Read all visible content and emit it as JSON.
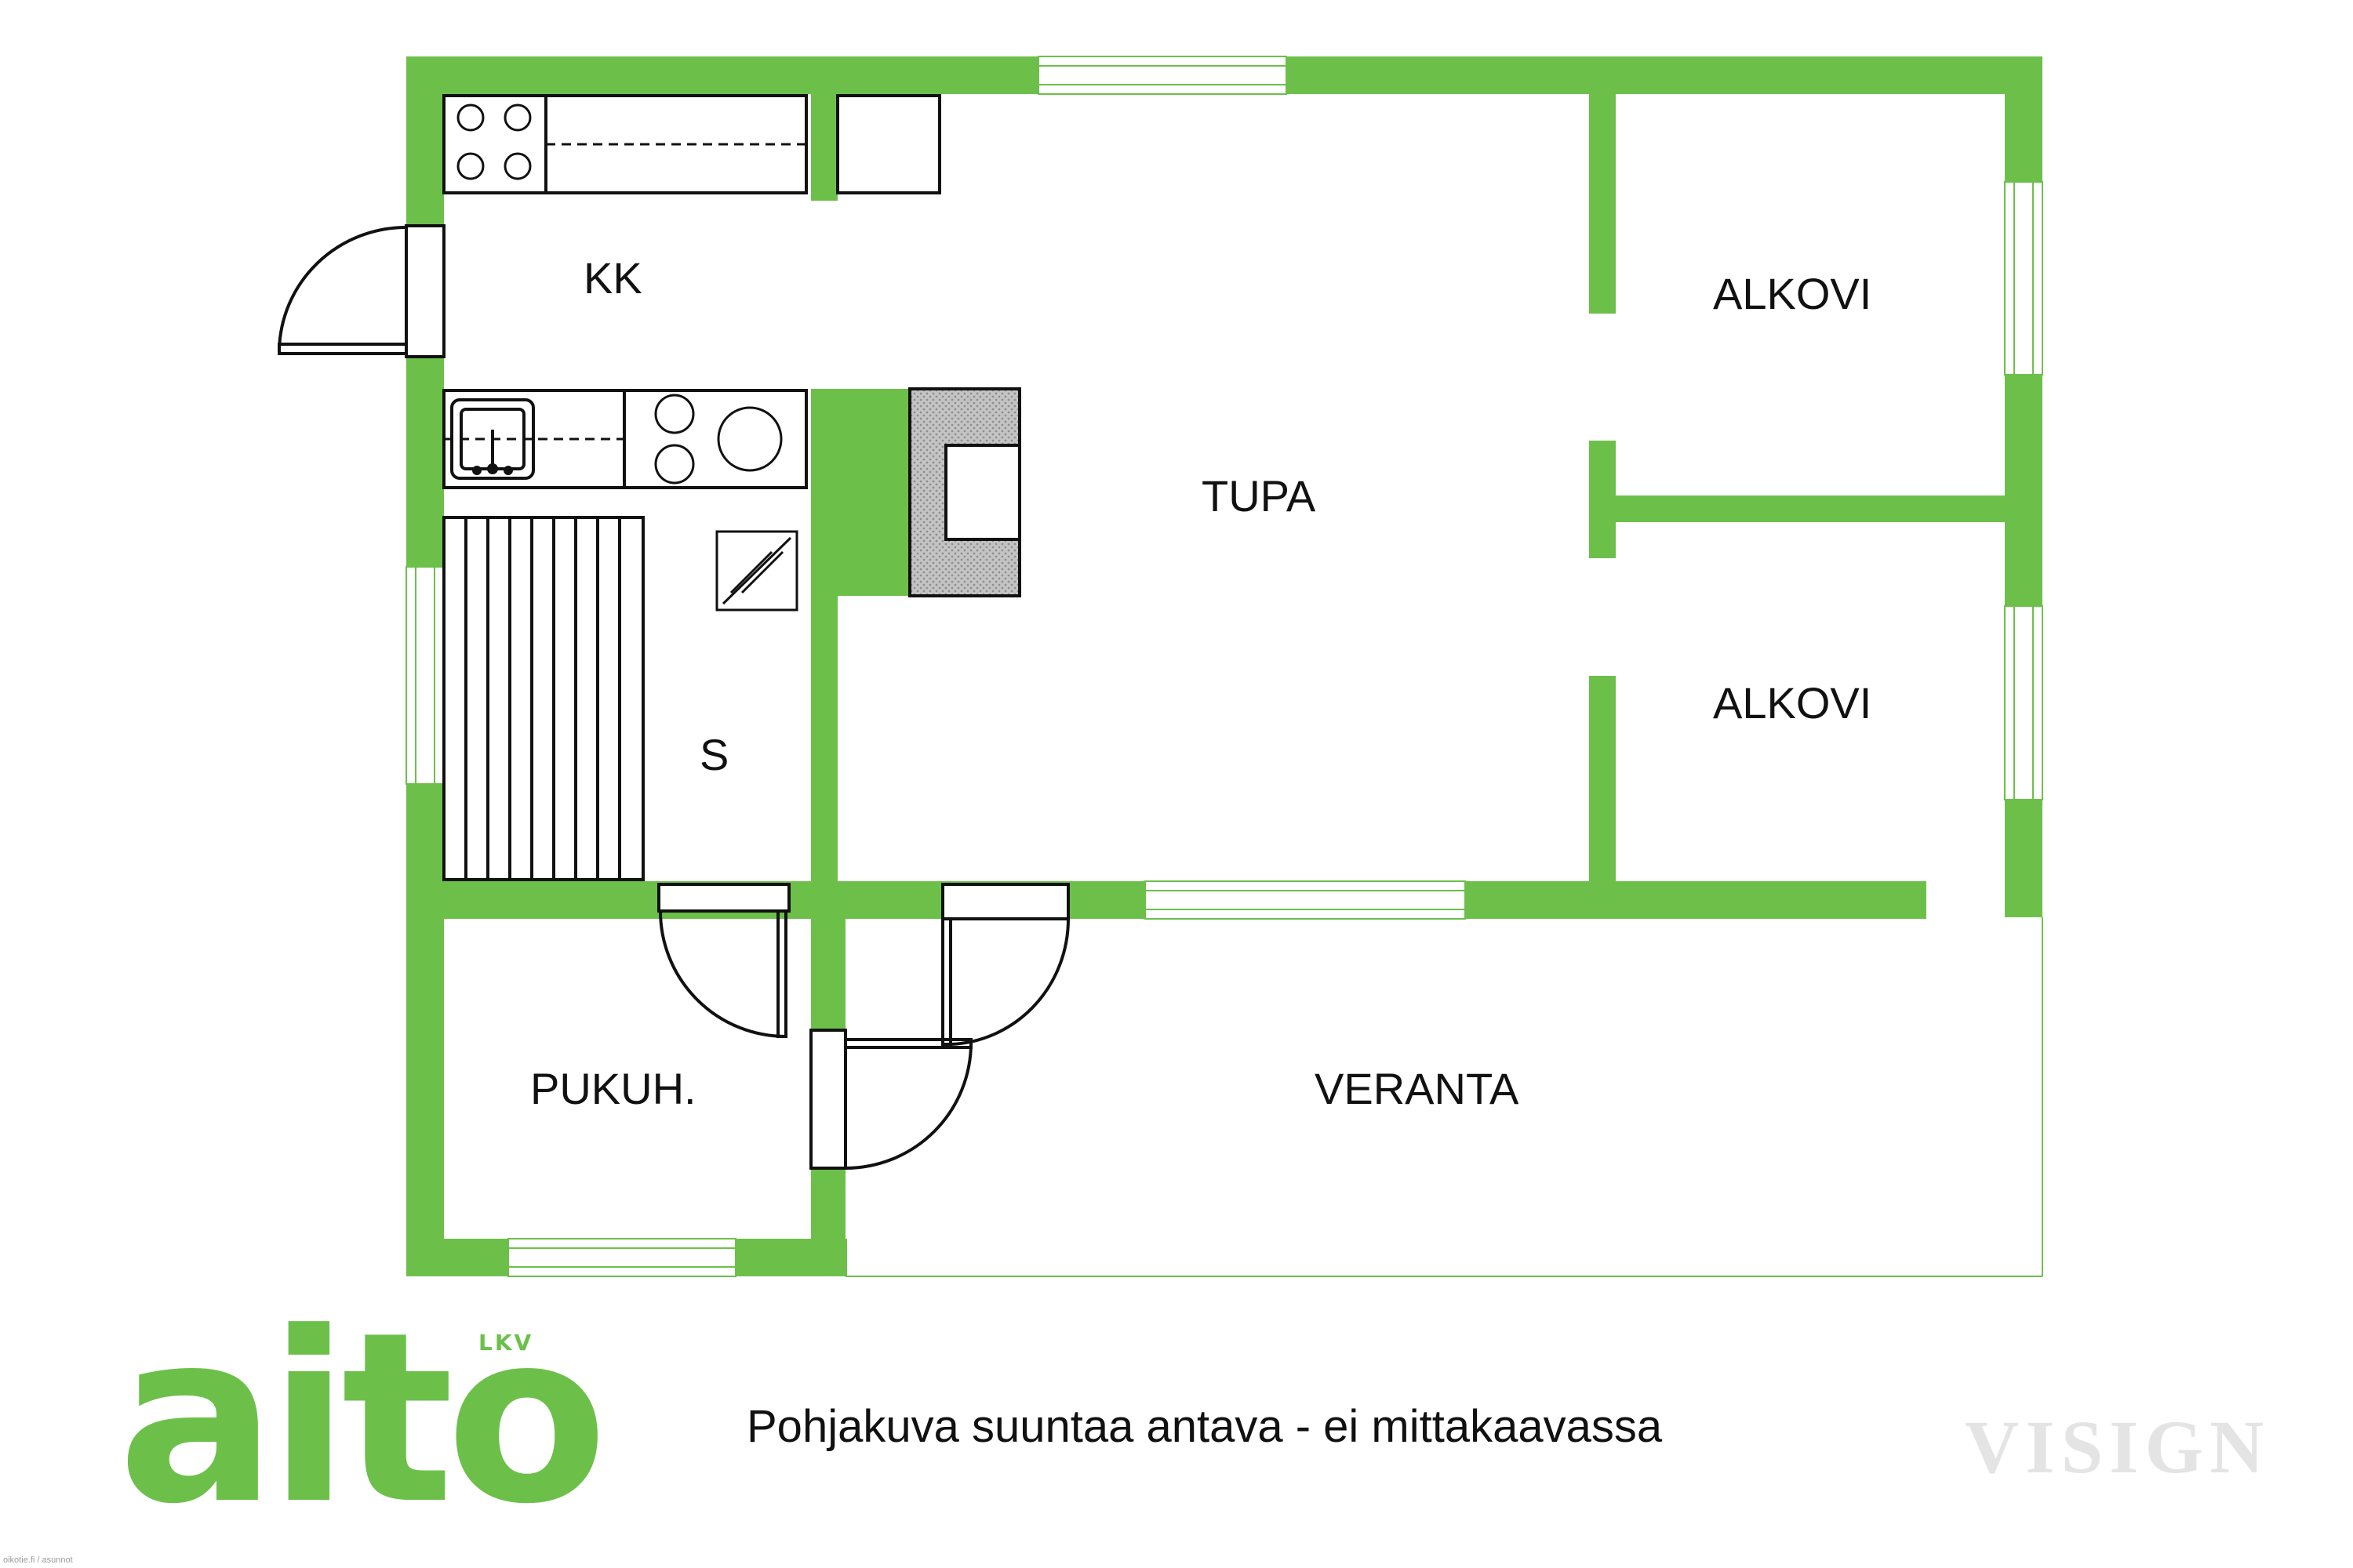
{
  "colors": {
    "wall": "#6cc04a",
    "ink": "#111111",
    "stove": "#bfbfbf",
    "watermark": "#e4e4e4"
  },
  "rooms": {
    "kk": "KK",
    "tupa": "TUPA",
    "alkovi_upper": "ALKOVI",
    "alkovi_lower": "ALKOVI",
    "s": "S",
    "pukuh": "PUKUH.",
    "veranta": "VERANTA"
  },
  "caption": "Pohjakuva suuntaa antava - ei mittakaavassa",
  "logo": {
    "word": "aito",
    "sub": "LKV"
  },
  "watermark": "VISIGN",
  "footer_note": "oikotie.fi / asunnot"
}
